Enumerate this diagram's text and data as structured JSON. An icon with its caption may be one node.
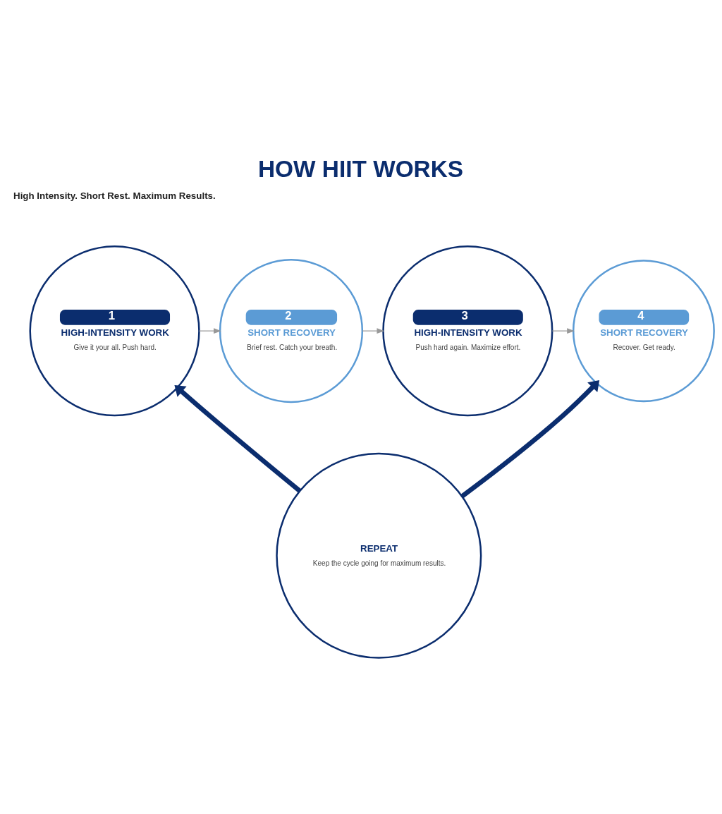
{
  "diagram": {
    "title": "HOW HIIT WORKS",
    "nodes": [
      {
        "text": [
          "1",
          "HIGH-INTENSITY WORK",
          "Give it your all. Push hard."
        ]
      },
      {
        "text": [
          "2",
          "SHORT RECOVERY",
          "Brief rest. Catch your breath."
        ]
      },
      {
        "text": [
          "3",
          "HIGH-INTENSITY WORK",
          "Push hard again. Maximize effort."
        ]
      },
      {
        "text": [
          "4",
          "SHORT RECOVERY",
          "Recover. Get ready."
        ]
      },
      {
        "text": [
          "REPEAT",
          "Keep the cycle going for maximum results."
        ]
      }
    ],
    "edges": [
      {
        "from": 0,
        "to": 1,
        "arrow": "to"
      },
      {
        "from": 1,
        "to": 2,
        "arrow": "to"
      },
      {
        "from": 2,
        "to": 3,
        "arrow": "to"
      },
      {
        "from": 4,
        "to": 0,
        "arrow": "to",
        "style": "thick",
        "color": "#0b2d6e"
      },
      {
        "from": 4,
        "to": 3,
        "arrow": "to",
        "style": "thick",
        "color": "#0b2d6e"
      }
    ],
    "labels": [
      "High Intensity. Short Rest. Maximum Results."
    ]
  }
}
